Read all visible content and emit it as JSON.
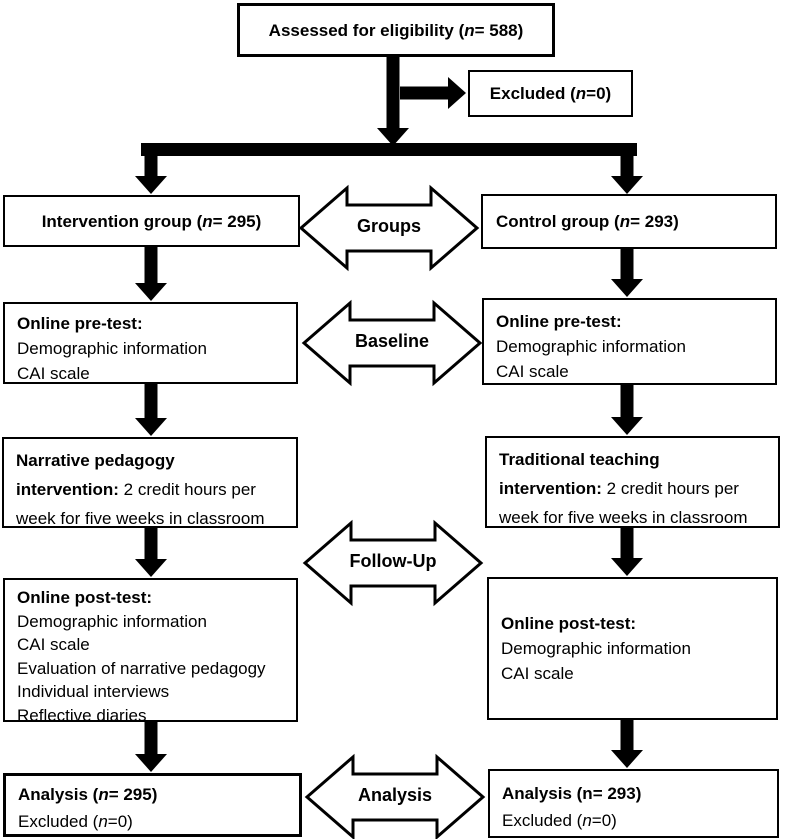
{
  "boxes": {
    "assessed": {
      "pre": "Assessed for eligibility (",
      "n": "n",
      "post": "= 588)"
    },
    "excluded": {
      "pre": "Excluded (",
      "n": "n",
      "post": "=0)"
    },
    "group_left": {
      "pre": "Intervention group (",
      "n": "n",
      "post": "= 295)"
    },
    "group_right": {
      "pre": "Control group (",
      "n": "n",
      "post": "= 293)"
    },
    "pretest_left": {
      "title": "Online pre-test:",
      "lines": [
        "Demographic information",
        "CAI scale"
      ]
    },
    "pretest_right": {
      "title": "Online pre-test:",
      "lines": [
        "Demographic information",
        "CAI scale"
      ]
    },
    "intervention_left": {
      "bold_line1": "Narrative pedagogy",
      "bold_line2": "intervention:",
      "rest_line2": " 2 credit hours per",
      "line3": "week for five weeks in classroom"
    },
    "intervention_right": {
      "bold_line1": "Traditional teaching",
      "bold_line2": "intervention:",
      "rest_line2": " 2 credit hours per",
      "line3": "week for five weeks in classroom"
    },
    "posttest_left": {
      "title": "Online post-test:",
      "lines": [
        "Demographic information",
        "CAI scale",
        "Evaluation of narrative pedagogy",
        "Individual interviews",
        "Reflective diaries"
      ]
    },
    "posttest_right": {
      "title": "Online post-test:",
      "lines": [
        "Demographic information",
        "CAI scale"
      ]
    },
    "analysis_left": {
      "bold_pre": "Analysis (",
      "bold_n": "n",
      "bold_post": "= 295)",
      "line2_pre": "Excluded (",
      "line2_n": "n",
      "line2_post": "=0)"
    },
    "analysis_right": {
      "bold_text": "Analysis (n= 293)",
      "line2_pre": "Excluded (",
      "line2_n": "n",
      "line2_post": "=0)"
    }
  },
  "stage_labels": {
    "groups": "Groups",
    "baseline": "Baseline",
    "followup": "Follow-Up",
    "analysis": "Analysis"
  },
  "colors": {
    "ink": "#000000",
    "box_fill": "#ffffff"
  }
}
